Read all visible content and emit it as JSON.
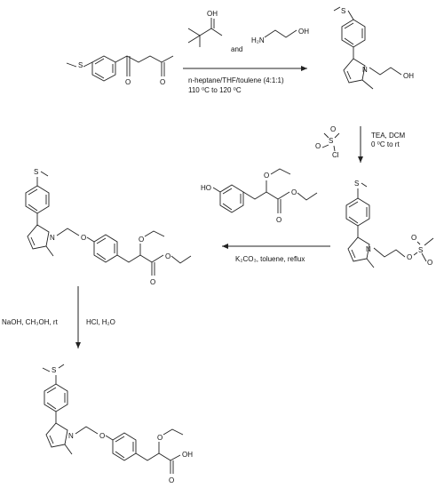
{
  "atoms": {
    "S": "S",
    "O": "O",
    "N": "N",
    "OH": "OH",
    "NH2": "H₂N",
    "Cl": "Cl",
    "HO": "HO"
  },
  "step1": {
    "and_text": "and",
    "solvent": "n-heptane/THF/toulene (4:1:1)",
    "temperature": "110 ⁰C to 120 ⁰C"
  },
  "step2": {
    "reagents": "TEA, DCM",
    "temperature": "0 ⁰C to rt"
  },
  "step3": {
    "conditions": "K₂CO₃, toluene, reflux"
  },
  "step4": {
    "left": "NaOH, CH₃OH, rt",
    "right": "HCl, H₂O"
  }
}
